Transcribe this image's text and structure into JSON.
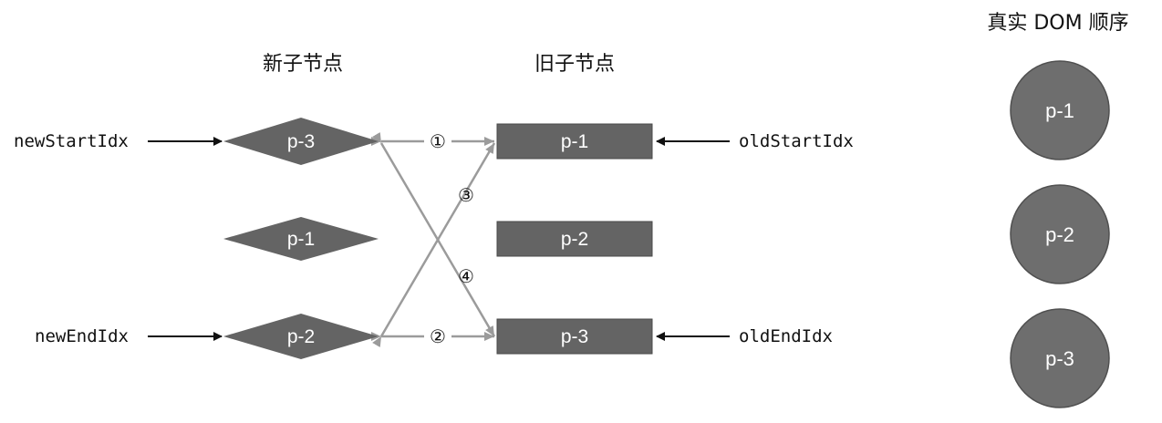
{
  "headings": {
    "new_children": "新子节点",
    "old_children": "旧子节点",
    "real_dom_order": "真实 DOM 顺序"
  },
  "pointers": {
    "new_start": "newStartIdx",
    "new_end": "newEndIdx",
    "old_start": "oldStartIdx",
    "old_end": "oldEndIdx"
  },
  "new_nodes": [
    "p-3",
    "p-1",
    "p-2"
  ],
  "old_nodes": [
    "p-1",
    "p-2",
    "p-3"
  ],
  "real_dom": [
    "p-1",
    "p-2",
    "p-3"
  ],
  "steps": [
    "①",
    "②",
    "③",
    "④"
  ],
  "colors": {
    "node_fill": "#646464",
    "circle_fill": "#6e6e6e",
    "edge": "#9b9b9b",
    "pointer_arrow": "#111111"
  }
}
